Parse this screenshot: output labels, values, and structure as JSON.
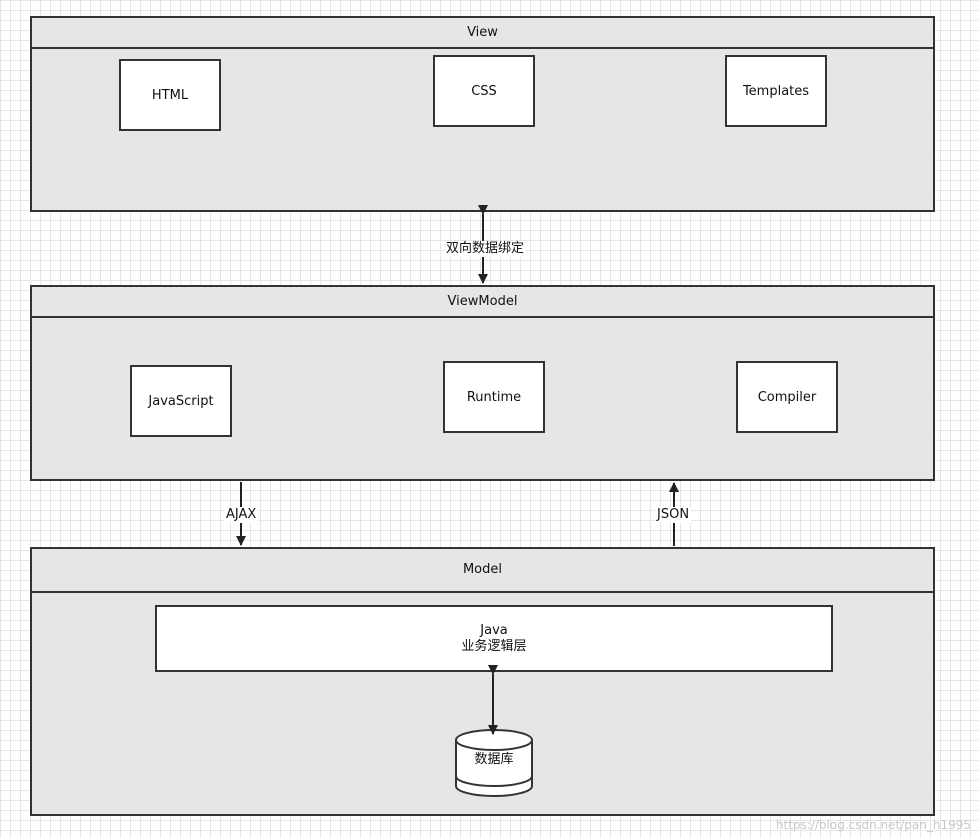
{
  "layers": {
    "view": {
      "title": "View",
      "nodes": {
        "html": "HTML",
        "css": "CSS",
        "templates": "Templates"
      }
    },
    "viewmodel": {
      "title": "ViewModel",
      "nodes": {
        "javascript": "JavaScript",
        "runtime": "Runtime",
        "compiler": "Compiler"
      }
    },
    "model": {
      "title": "Model",
      "business": {
        "line1": "Java",
        "line2": "业务逻辑层"
      },
      "database": "数据库"
    }
  },
  "edges": {
    "two_way_binding": "双向数据绑定",
    "ajax": "AJAX",
    "json": "JSON"
  },
  "watermark": "https://blog.csdn.net/pan_h1995"
}
